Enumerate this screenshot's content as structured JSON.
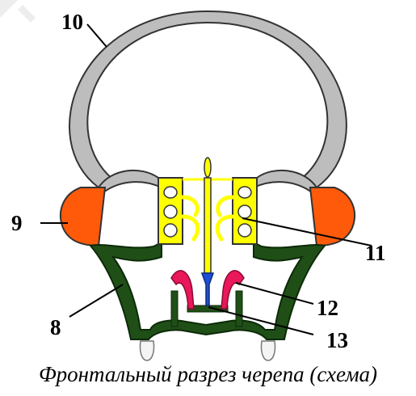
{
  "labels": {
    "l8": "8",
    "l9": "9",
    "l10": "10",
    "l11": "11",
    "l12": "12",
    "l13": "13"
  },
  "caption": "Фронтальный разрез черепа (схема)",
  "colors": {
    "cranial_vault": "#bdbdbd",
    "temporal_bone": "#ff5a0a",
    "facial_bones": "#1f4f17",
    "ethmoid": "#ffff00",
    "conchae": "#e8185a",
    "vomer": "#1e4fd8",
    "teeth": "#f4f4f4"
  }
}
